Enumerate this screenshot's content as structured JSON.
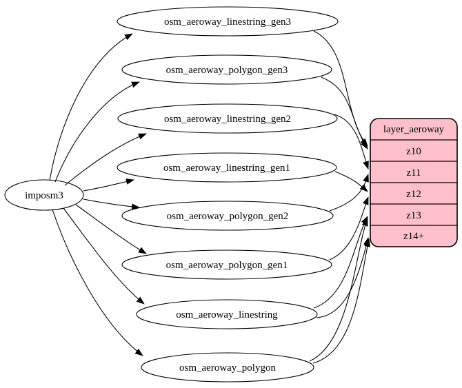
{
  "diagram": {
    "type": "graphviz-etl-flow",
    "colors": {
      "background": "#ffffff",
      "node_fill": "#ffffff",
      "node_stroke": "#000000",
      "edge": "#000000",
      "layer_fill": "#ffc0cb"
    },
    "source": {
      "label": "imposm3"
    },
    "tables": [
      {
        "label": "osm_aeroway_linestring_gen3"
      },
      {
        "label": "osm_aeroway_polygon_gen3"
      },
      {
        "label": "osm_aeroway_linestring_gen2"
      },
      {
        "label": "osm_aeroway_linestring_gen1"
      },
      {
        "label": "osm_aeroway_polygon_gen2"
      },
      {
        "label": "osm_aeroway_polygon_gen1"
      },
      {
        "label": "osm_aeroway_linestring"
      },
      {
        "label": "osm_aeroway_polygon"
      }
    ],
    "layer": {
      "header": "layer_aeroway",
      "rows": [
        "z10",
        "z11",
        "z12",
        "z13",
        "z14+"
      ]
    },
    "edges": [
      {
        "from": "imposm3",
        "to": "osm_aeroway_linestring_gen3"
      },
      {
        "from": "imposm3",
        "to": "osm_aeroway_polygon_gen3"
      },
      {
        "from": "imposm3",
        "to": "osm_aeroway_linestring_gen2"
      },
      {
        "from": "imposm3",
        "to": "osm_aeroway_linestring_gen1"
      },
      {
        "from": "imposm3",
        "to": "osm_aeroway_polygon_gen2"
      },
      {
        "from": "imposm3",
        "to": "osm_aeroway_polygon_gen1"
      },
      {
        "from": "imposm3",
        "to": "osm_aeroway_linestring"
      },
      {
        "from": "imposm3",
        "to": "osm_aeroway_polygon"
      },
      {
        "from": "osm_aeroway_linestring_gen3",
        "to": "layer_aeroway:z10"
      },
      {
        "from": "osm_aeroway_polygon_gen3",
        "to": "layer_aeroway:z10"
      },
      {
        "from": "osm_aeroway_linestring_gen2",
        "to": "layer_aeroway:z11"
      },
      {
        "from": "osm_aeroway_polygon_gen2",
        "to": "layer_aeroway:z11"
      },
      {
        "from": "osm_aeroway_linestring_gen1",
        "to": "layer_aeroway:z12"
      },
      {
        "from": "osm_aeroway_polygon_gen1",
        "to": "layer_aeroway:z12"
      },
      {
        "from": "osm_aeroway_linestring",
        "to": "layer_aeroway:z13"
      },
      {
        "from": "osm_aeroway_polygon",
        "to": "layer_aeroway:z13"
      },
      {
        "from": "osm_aeroway_linestring",
        "to": "layer_aeroway:z14+"
      },
      {
        "from": "osm_aeroway_polygon",
        "to": "layer_aeroway:z14+"
      }
    ]
  }
}
